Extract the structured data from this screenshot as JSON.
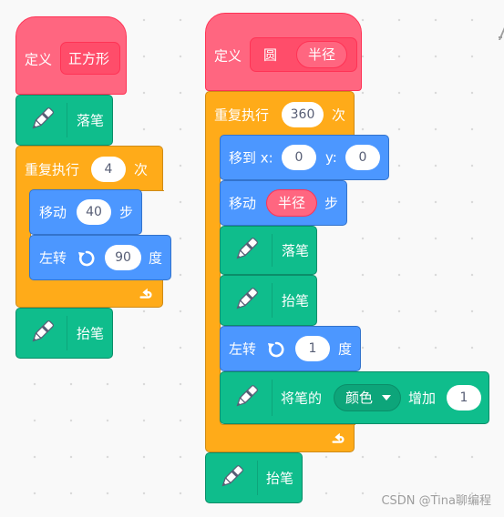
{
  "define_square": {
    "define_label": "定义",
    "name": "正方形"
  },
  "square_pen_down": {
    "label": "落笔",
    "icon": "pen-icon"
  },
  "square_repeat": {
    "label": "重复执行",
    "count": "4",
    "suffix": "次"
  },
  "square_move": {
    "label": "移动",
    "steps": "40",
    "suffix": "步"
  },
  "square_turn": {
    "label": "左转",
    "degrees": "90",
    "suffix": "度",
    "icon": "rotate-left-icon"
  },
  "square_pen_up": {
    "label": "抬笔",
    "icon": "pen-icon"
  },
  "define_circle": {
    "define_label": "定义",
    "name": "圆",
    "param": "半径"
  },
  "circle_repeat": {
    "label": "重复执行",
    "count": "360",
    "suffix": "次"
  },
  "circle_goto": {
    "label": "移到 x:",
    "x": "0",
    "y_label": "y:",
    "y": "0"
  },
  "circle_move": {
    "label": "移动",
    "steps": "半径",
    "suffix": "步"
  },
  "circle_pen_down": {
    "label": "落笔"
  },
  "circle_pen_up_inner": {
    "label": "抬笔"
  },
  "circle_turn": {
    "label": "左转",
    "degrees": "1",
    "suffix": "度"
  },
  "circle_change_pen": {
    "label": "将笔的",
    "property": "颜色",
    "op": "增加",
    "value": "1"
  },
  "circle_pen_up": {
    "label": "抬笔"
  },
  "watermark": "CSDN @Tina聊编程",
  "colors": {
    "events_pink": "#ff6680",
    "pen_green": "#0fbd8c",
    "motion_blue": "#4c97ff",
    "control_orange": "#ffab19"
  }
}
